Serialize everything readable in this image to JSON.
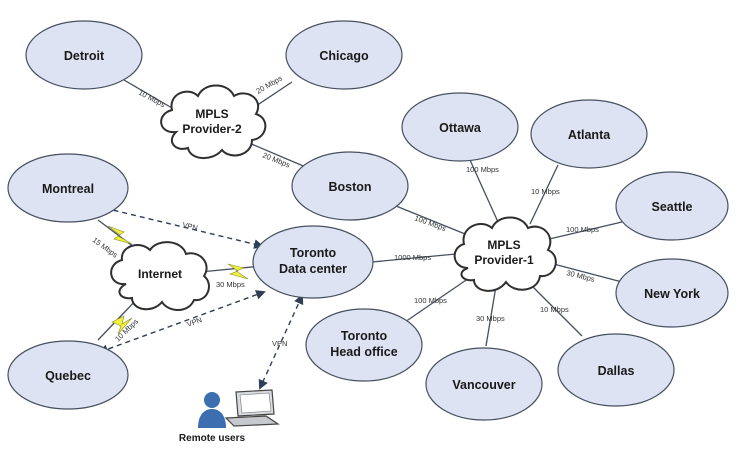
{
  "nodes": {
    "detroit": "Detroit",
    "chicago": "Chicago",
    "montreal": "Montreal",
    "boston": "Boston",
    "ottawa": "Ottawa",
    "atlanta": "Atlanta",
    "seattle": "Seattle",
    "toronto_dc_line1": "Toronto",
    "toronto_dc_line2": "Data center",
    "new_york": "New York",
    "toronto_ho_line1": "Toronto",
    "toronto_ho_line2": "Head office",
    "quebec": "Quebec",
    "vancouver": "Vancouver",
    "dallas": "Dallas"
  },
  "clouds": {
    "mpls2_line1": "MPLS",
    "mpls2_line2": "Provider-2",
    "internet": "Internet",
    "mpls1_line1": "MPLS",
    "mpls1_line2": "Provider-1"
  },
  "links": {
    "detroit_mpls2": "10 Mbps",
    "chicago_mpls2": "20 Mbps",
    "boston_mpls2": "20 Mbps",
    "ottawa_mpls1": "100 Mbps",
    "atlanta_mpls1": "10 Mbps",
    "boston_mpls1": "100 Mbps",
    "seattle_mpls1": "100 Mbps",
    "dc_mpls1": "1000 Mbps",
    "newyork_mpls1": "30 Mbps",
    "ho_mpls1": "100 Mbps",
    "dallas_mpls1": "10 Mbps",
    "vancouver_mpls1": "30 Mbps",
    "montreal_internet": "15 Mbps",
    "internet_dc": "30 Mbps",
    "quebec_internet": "10 Mbps",
    "vpn_montreal": "VPN",
    "vpn_quebec": "VPN",
    "vpn_remote": "VPN"
  },
  "remote_users": "Remote users",
  "colors": {
    "node_fill": "#dde3f3",
    "node_stroke": "#46505e",
    "bolt": "#f2f23a",
    "person": "#3d6fb0"
  }
}
